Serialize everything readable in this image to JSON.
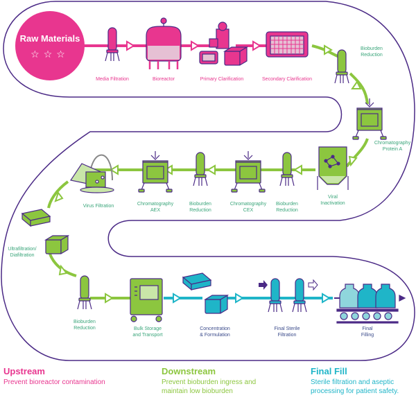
{
  "colors": {
    "upstream": "#e8368f",
    "downstream": "#8cc63f",
    "final_fill": "#1fb5c8",
    "outline": "#4b2a86",
    "label_green": "#3aa57a"
  },
  "raw_materials": {
    "title": "Raw Materials",
    "stars": "☆☆☆",
    "rating": 3
  },
  "steps": [
    {
      "id": "media-filtration",
      "label": "Media Filtration",
      "stage": "upstream"
    },
    {
      "id": "bioreactor",
      "label": "Bioreactor",
      "stage": "upstream"
    },
    {
      "id": "primary-clarification",
      "label": "Primary Clarification",
      "stage": "upstream"
    },
    {
      "id": "secondary-clarification",
      "label": "Secondary Clarification",
      "stage": "upstream"
    },
    {
      "id": "bioburden-reduction-1",
      "label_l1": "Bioburden",
      "label_l2": "Reduction",
      "stage": "downstream"
    },
    {
      "id": "chromatography-protein-a",
      "label_l1": "Chromatography",
      "label_l2": "Protein A",
      "stage": "downstream"
    },
    {
      "id": "viral-inactivation",
      "label_l1": "Viral",
      "label_l2": "Inactivation",
      "stage": "downstream"
    },
    {
      "id": "bioburden-reduction-2",
      "label_l1": "Bioburden",
      "label_l2": "Reduction",
      "stage": "downstream"
    },
    {
      "id": "chromatography-cex",
      "label_l1": "Chromatography",
      "label_l2": "CEX",
      "stage": "downstream"
    },
    {
      "id": "bioburden-reduction-3",
      "label_l1": "Bioburden",
      "label_l2": "Reduction",
      "stage": "downstream"
    },
    {
      "id": "chromatography-aex",
      "label_l1": "Chromatography",
      "label_l2": "AEX",
      "stage": "downstream"
    },
    {
      "id": "virus-filtration",
      "label": "Virus Filtration",
      "stage": "downstream"
    },
    {
      "id": "ultrafiltration-diafiltration",
      "label_l1": "Ultrafiltration/",
      "label_l2": "Diafiltration",
      "stage": "downstream"
    },
    {
      "id": "bioburden-reduction-4",
      "label_l1": "Bioburden",
      "label_l2": "Reduction",
      "stage": "downstream"
    },
    {
      "id": "bulk-storage",
      "label_l1": "Bulk Storage",
      "label_l2": "and Transport",
      "stage": "downstream"
    },
    {
      "id": "concentration-formulation",
      "label_l1": "Concentration",
      "label_l2": "& Formulation",
      "stage": "final_fill"
    },
    {
      "id": "final-sterile-filtration",
      "label_l1": "Final Sterile",
      "label_l2": "Filtration",
      "stage": "final_fill"
    },
    {
      "id": "final-filling",
      "label_l1": "Final",
      "label_l2": "Filling",
      "stage": "final_fill"
    }
  ],
  "legend": [
    {
      "title": "Upstream",
      "description": "Prevent bioreactor contamination"
    },
    {
      "title": "Downstream",
      "description_l1": "Prevent bioburden ingress and",
      "description_l2": "maintain low bioburden"
    },
    {
      "title": "Final Fill",
      "description_l1": "Sterile filtration and aseptic",
      "description_l2": "processing for patient safety."
    }
  ]
}
